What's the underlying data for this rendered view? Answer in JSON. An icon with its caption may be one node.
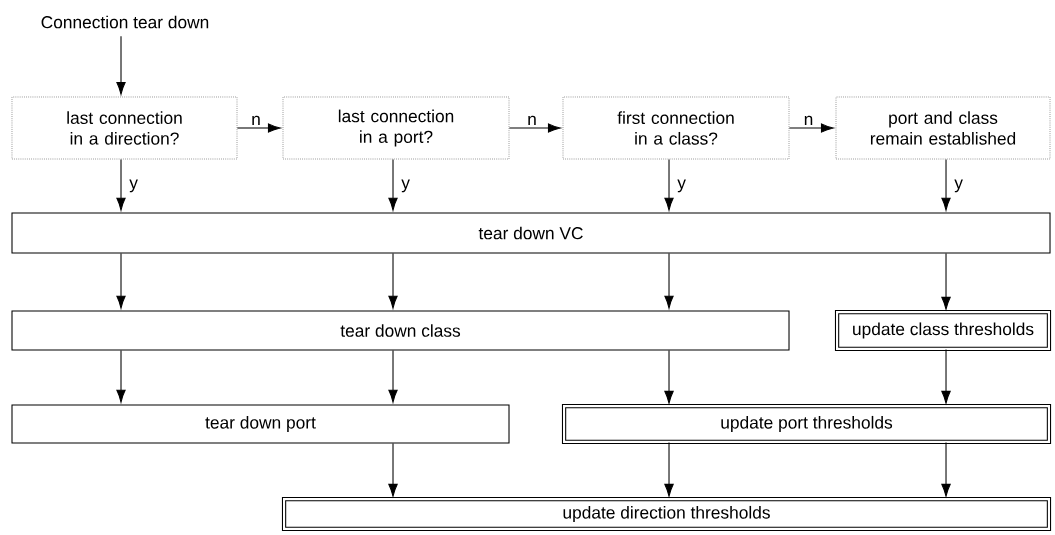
{
  "diagram": {
    "nodes": [
      {
        "text": [
          "Connection tear down"
        ]
      },
      {
        "text": [
          "last connection in a direction?"
        ]
      },
      {
        "text": [
          "last connection in a port?"
        ]
      },
      {
        "text": [
          "first connection in a class?"
        ]
      },
      {
        "text": [
          "port and class remain established"
        ]
      },
      {
        "text": [
          "tear down VC"
        ]
      },
      {
        "text": [
          "tear down class"
        ]
      },
      {
        "text": [
          "update class thresholds"
        ]
      },
      {
        "text": [
          "tear down port"
        ]
      },
      {
        "text": [
          "update port thresholds"
        ]
      },
      {
        "text": [
          "update direction thresholds"
        ]
      }
    ],
    "edges": [
      {
        "from": 0,
        "to": 1,
        "arrow": "to"
      },
      {
        "from": 1,
        "to": 2,
        "arrow": "to",
        "label": "n"
      },
      {
        "from": 2,
        "to": 3,
        "arrow": "to",
        "label": "n"
      },
      {
        "from": 3,
        "to": 4,
        "arrow": "to",
        "label": "n"
      },
      {
        "from": 1,
        "to": 5,
        "arrow": "to",
        "label": "y"
      },
      {
        "from": 2,
        "to": 5,
        "arrow": "to",
        "label": "y"
      },
      {
        "from": 3,
        "to": 5,
        "arrow": "to",
        "label": "y"
      },
      {
        "from": 4,
        "to": 5,
        "arrow": "to",
        "label": "y"
      },
      {
        "from": 5,
        "to": 6,
        "arrow": "to"
      },
      {
        "from": 5,
        "to": 6,
        "arrow": "to"
      },
      {
        "from": 5,
        "to": 6,
        "arrow": "to"
      },
      {
        "from": 5,
        "to": 7,
        "arrow": "to"
      },
      {
        "from": 6,
        "to": 8,
        "arrow": "to"
      },
      {
        "from": 6,
        "to": 8,
        "arrow": "to"
      },
      {
        "from": 6,
        "to": 9,
        "arrow": "to"
      },
      {
        "from": 7,
        "to": 9,
        "arrow": "to"
      },
      {
        "from": 8,
        "to": 10,
        "arrow": "to"
      },
      {
        "from": 9,
        "to": 10,
        "arrow": "to"
      },
      {
        "from": 9,
        "to": 10,
        "arrow": "to"
      }
    ]
  }
}
